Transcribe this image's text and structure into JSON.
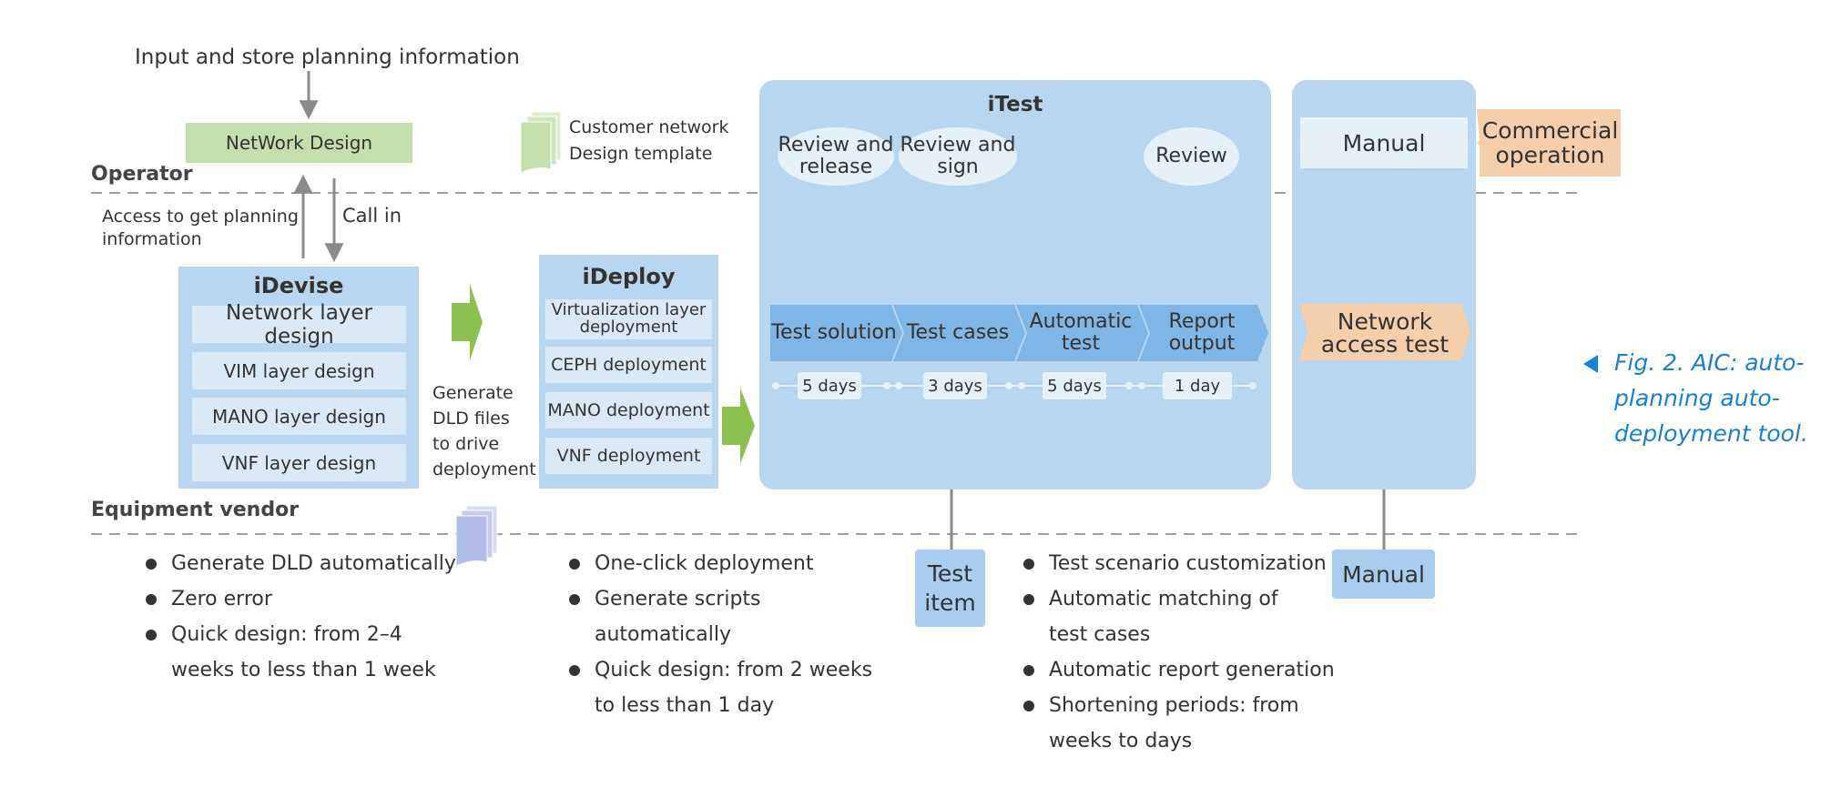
{
  "operator": {
    "input_label": "Input and store planning information",
    "network_design": "NetWork Design",
    "section_label": "Operator",
    "access_label": "Access to get planning information",
    "call_in": "Call in",
    "template_line1": "Customer network",
    "template_line2": "Design template"
  },
  "idevise": {
    "title": "iDevise",
    "items": [
      "Network layer design",
      "VIM layer design",
      "MANO layer design",
      "VNF layer design"
    ]
  },
  "generate": {
    "line1": "Generate",
    "line2": "DLD files",
    "line3": "to drive",
    "line4": "deployment"
  },
  "ideploy": {
    "title": "iDeploy",
    "items": [
      "Virtualization layer deployment",
      "CEPH deployment",
      "MANO deployment",
      "VNF deployment"
    ]
  },
  "itest": {
    "title": "iTest",
    "reviews": [
      "Review and release",
      "Review and sign",
      "Review"
    ],
    "steps": [
      "Test solution",
      "Test cases",
      "Automatic test",
      "Report output"
    ],
    "durations": [
      "5 days",
      "3 days",
      "5 days",
      "1 day"
    ]
  },
  "manual_panel": {
    "manual": "Manual",
    "access_test": "Network access test"
  },
  "commercial": "Commercial operation",
  "vendor": {
    "section_label": "Equipment vendor",
    "test_item": "Test item",
    "manual": "Manual"
  },
  "bullets": {
    "idevise": [
      "Generate DLD automatically",
      "Zero error",
      "Quick design: from 2–4",
      "weeks to less than 1 week"
    ],
    "ideploy": [
      "One-click deployment",
      "Generate scripts",
      "automatically",
      "Quick design: from 2 weeks",
      "to less than 1 day"
    ],
    "itest": [
      "Test scenario customization",
      "Automatic matching of",
      "test cases",
      "Automatic report generation",
      "Shortening periods: from",
      "weeks to days"
    ]
  },
  "caption": {
    "line1": "Fig. 2. AIC: auto-",
    "line2": "planning auto-",
    "line3": "deployment tool."
  },
  "colors": {
    "panel_blue": "#b8d6f0",
    "step_blue": "#7fb6e6",
    "item_blue": "#dae9f7",
    "green_box": "#c3dfad",
    "green_arrow": "#8cc152",
    "orange_tag": "#f5ceac",
    "caption_blue": "#1a7fd0",
    "line_gray": "#8a8a8a"
  }
}
